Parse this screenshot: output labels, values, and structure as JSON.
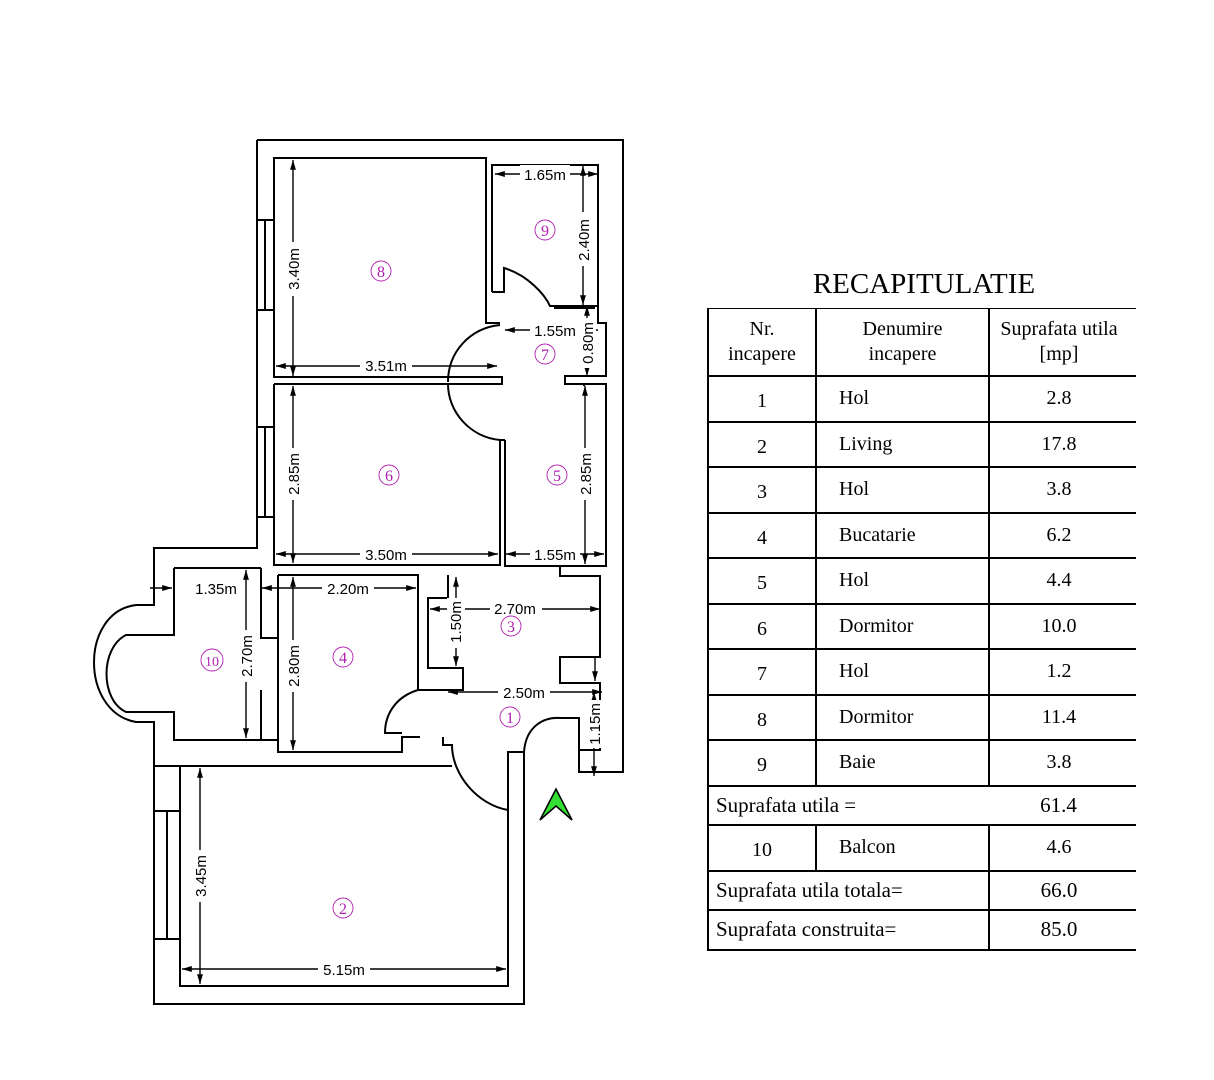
{
  "recap": {
    "title": "RECAPITULATIE",
    "headers": {
      "nr": "Nr. incapere",
      "nr_line1": "Nr.",
      "nr_line2": "incapere",
      "name_line1": "Denumire",
      "name_line2": "incapere",
      "area_line1": "Suprafata utila",
      "area_line2": "[mp]"
    },
    "rows": [
      {
        "nr": "1",
        "name": "Hol",
        "area": "2.8"
      },
      {
        "nr": "2",
        "name": "Living",
        "area": "17.8"
      },
      {
        "nr": "3",
        "name": "Hol",
        "area": "3.8"
      },
      {
        "nr": "4",
        "name": "Bucatarie",
        "area": "6.2"
      },
      {
        "nr": "5",
        "name": "Hol",
        "area": "4.4"
      },
      {
        "nr": "6",
        "name": "Dormitor",
        "area": "10.0"
      },
      {
        "nr": "7",
        "name": "Hol",
        "area": "1.2"
      },
      {
        "nr": "8",
        "name": "Dormitor",
        "area": "11.4"
      },
      {
        "nr": "9",
        "name": "Baie",
        "area": "3.8"
      }
    ],
    "subtotal": {
      "label": "Suprafata utila =",
      "value": "61.4"
    },
    "balcony": {
      "nr": "10",
      "name": "Balcon",
      "area": "4.6"
    },
    "total_useful": {
      "label": "Suprafata utila totala=",
      "value": "66.0"
    },
    "built": {
      "label": "Suprafata construita=",
      "value": "85.0"
    }
  },
  "plan": {
    "rooms": [
      {
        "id": "1",
        "label": "1"
      },
      {
        "id": "2",
        "label": "2"
      },
      {
        "id": "3",
        "label": "3"
      },
      {
        "id": "4",
        "label": "4"
      },
      {
        "id": "5",
        "label": "5"
      },
      {
        "id": "6",
        "label": "6"
      },
      {
        "id": "7",
        "label": "7"
      },
      {
        "id": "8",
        "label": "8"
      },
      {
        "id": "9",
        "label": "9"
      },
      {
        "id": "10",
        "label": "10"
      }
    ],
    "dimensions": {
      "d_165": "1.65m",
      "d_240": "2.40m",
      "d_340": "3.40m",
      "d_155a": "1.55m",
      "d_080": "0.80m",
      "d_351": "3.51m",
      "d_285a": "2.85m",
      "d_285b": "2.85m",
      "d_350": "3.50m",
      "d_155b": "1.55m",
      "d_135": "1.35m",
      "d_220": "2.20m",
      "d_270a": "2.70m",
      "d_280": "2.80m",
      "d_270b": "2.70m",
      "d_150": "1.50m",
      "d_250": "2.50m",
      "d_115": "1.15m",
      "d_345": "3.45m",
      "d_515": "5.15m"
    },
    "north_arrow_color": "#33dd33",
    "room_label_color": "#b020b0"
  }
}
